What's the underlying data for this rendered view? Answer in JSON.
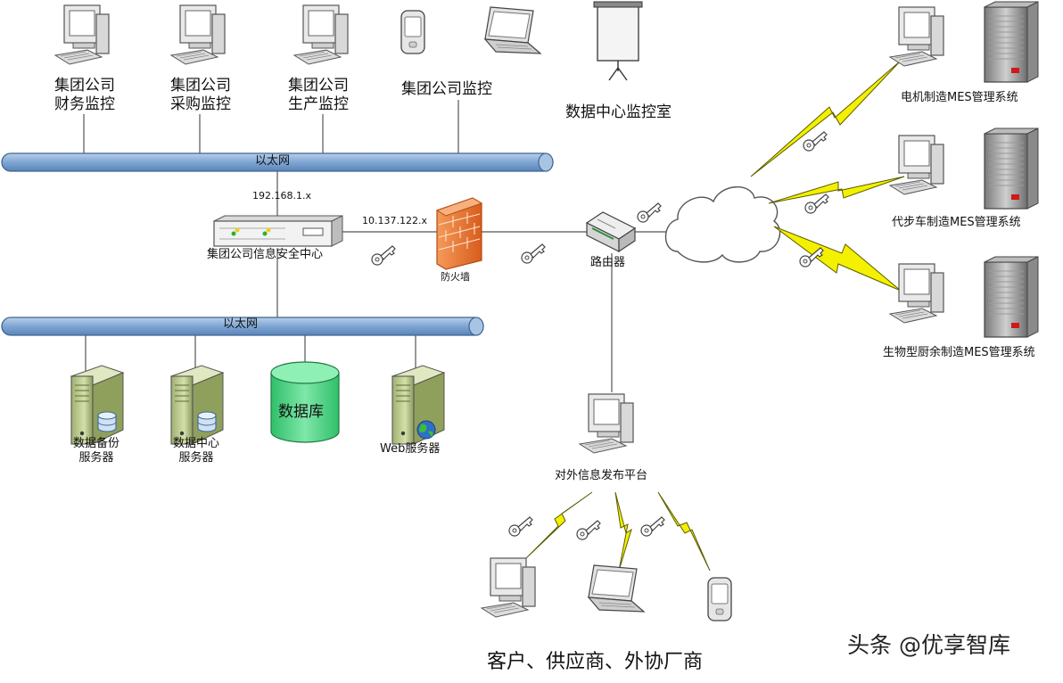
{
  "top_nodes": [
    {
      "line1": "集团公司",
      "line2": "财务监控"
    },
    {
      "line1": "集团公司",
      "line2": "采购监控"
    },
    {
      "line1": "集团公司",
      "line2": "生产监控"
    }
  ],
  "mobile_monitor_label": "集团公司监控",
  "datacenter_label": "数据中心监控室",
  "ethernet_top_label": "以太网",
  "ethernet_bottom_label": "以太网",
  "ip_inner": "192.168.1.x",
  "ip_outer": "10.137.122.x",
  "security_center_label": "集团公司信息安全中心",
  "firewall_label": "防火墙",
  "router_label": "路由器",
  "servers": [
    {
      "line1": "数据备份",
      "line2": "服务器"
    },
    {
      "line1": "数据中心",
      "line2": "服务器"
    }
  ],
  "database_label": "数据库",
  "web_server_label": "Web服务器",
  "mes_systems": [
    "电机制造MES管理系统",
    "代步车制造MES管理系统",
    "生物型厨余制造MES管理系统"
  ],
  "publish_platform_label": "对外信息发布平台",
  "clients_label": "客户、供应商、外协厂商",
  "watermark": "头条 @优享智库",
  "colors": {
    "pipe_fill": "#8fb3d9",
    "pipe_stroke": "#4a6f9a",
    "firewall": "#e8722c",
    "lightning": "#f3f000",
    "database": "#3ccf7a",
    "server_green": "#b9c98a"
  }
}
